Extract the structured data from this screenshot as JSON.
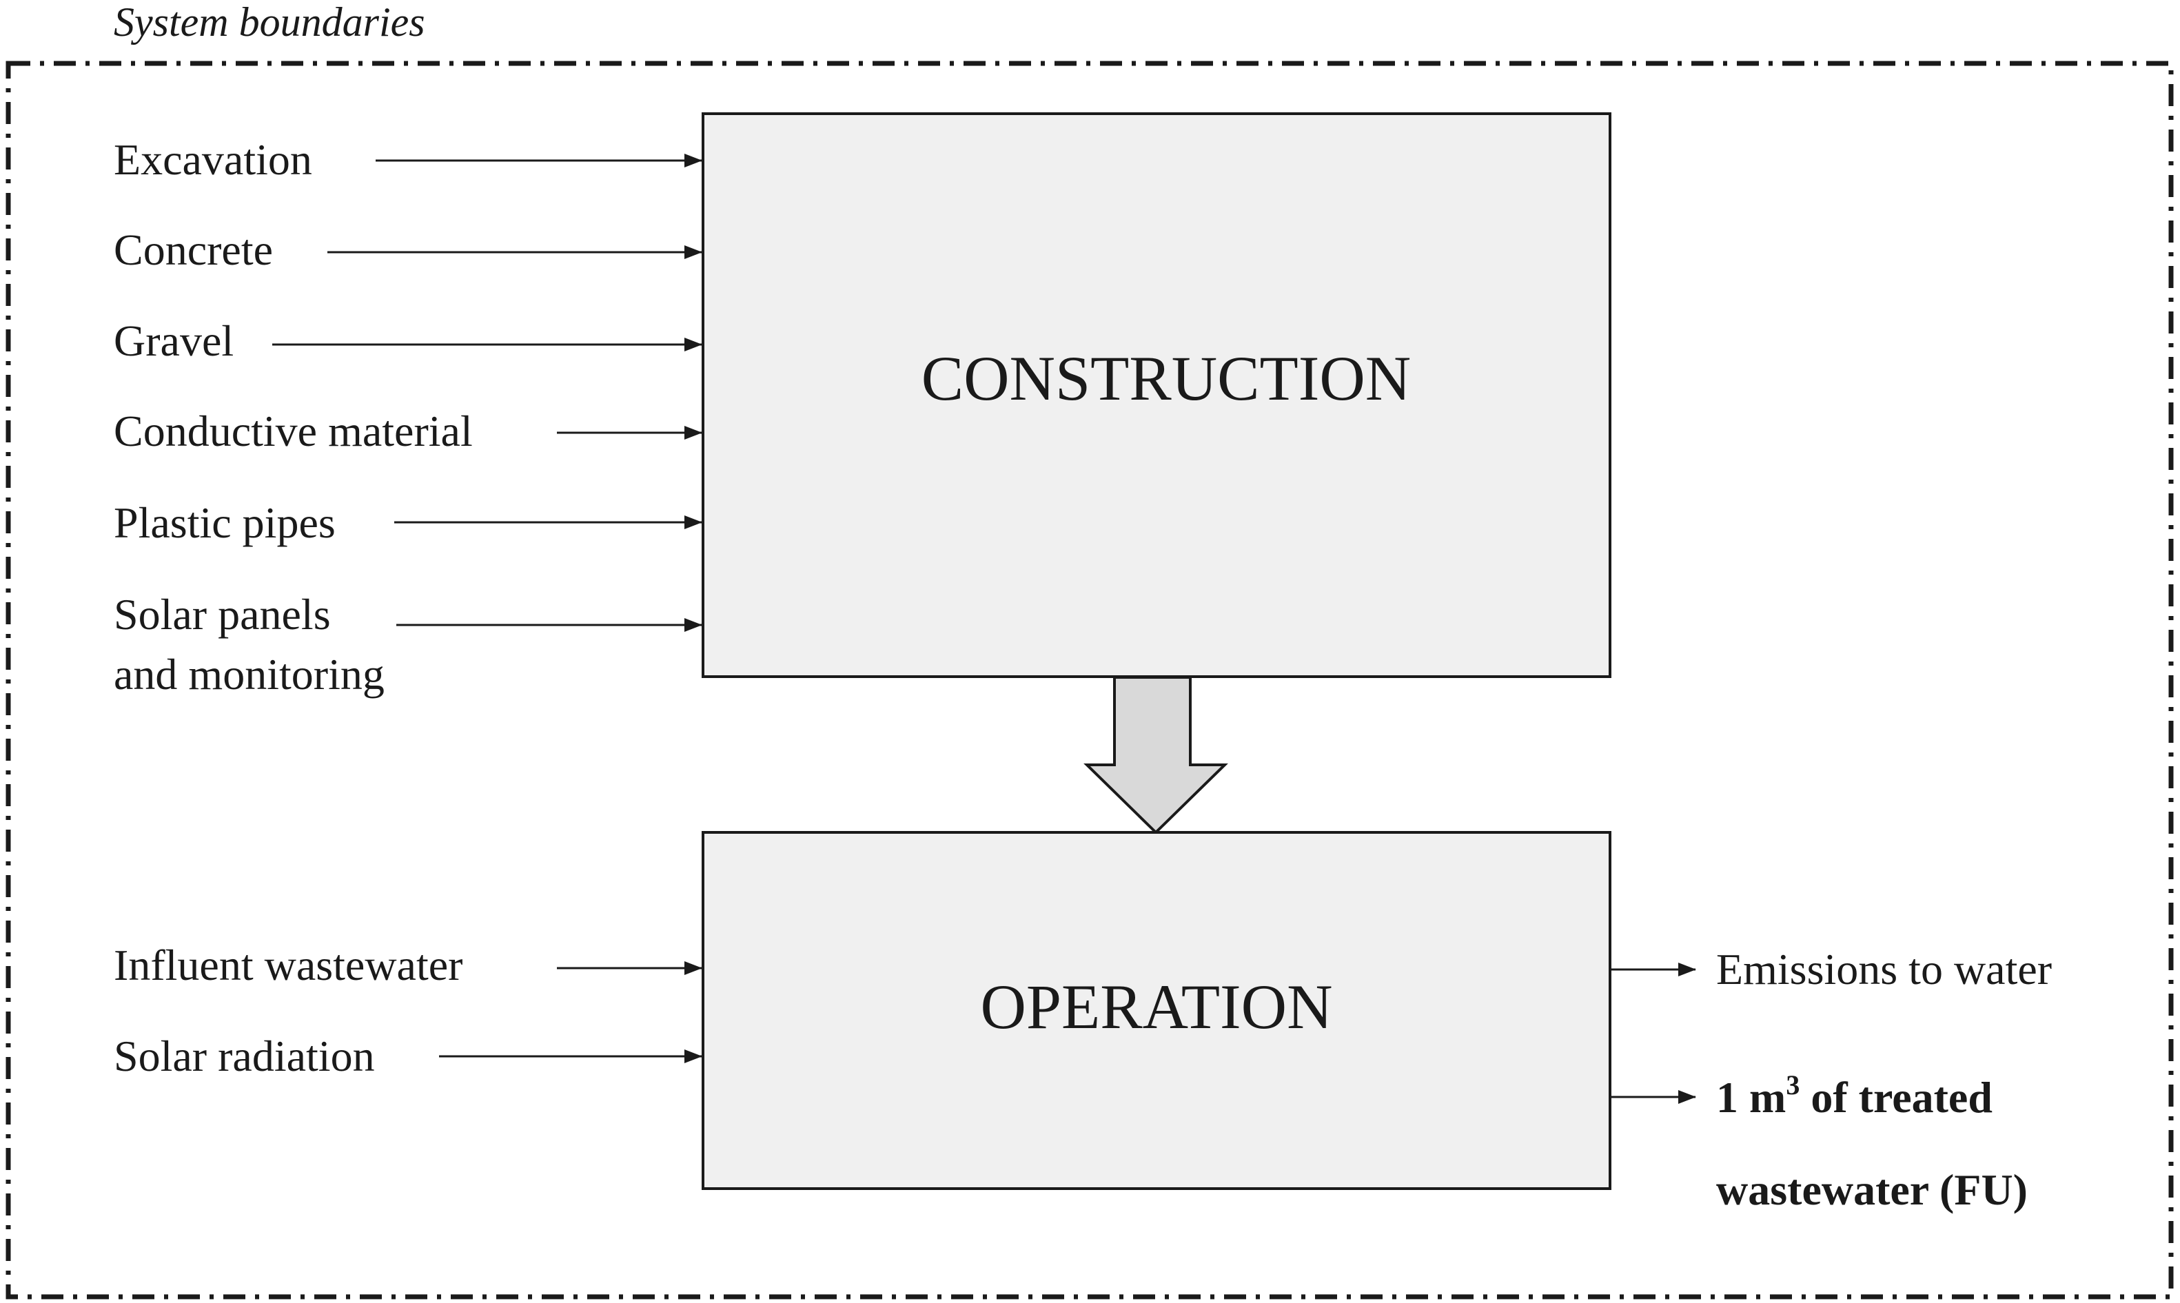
{
  "boundary": {
    "title": "System boundaries"
  },
  "construction": {
    "title": "CONSTRUCTION",
    "inputs": [
      "Excavation",
      "Concrete",
      "Gravel",
      "Conductive material",
      "Plastic pipes",
      "Solar panels",
      "and monitoring"
    ]
  },
  "operation": {
    "title": "OPERATION",
    "inputs": [
      "Influent wastewater",
      "Solar radiation"
    ],
    "outputs": {
      "emissions": "Emissions to water",
      "fu_prefix": "1 m",
      "fu_superscript": "3",
      "fu_suffix": " of treated",
      "fu_line2": "wastewater (FU)"
    }
  },
  "colors": {
    "box_fill": "#f0f0f0",
    "arrow_fill": "#d9d9d9",
    "stroke": "#1a1a1a"
  }
}
